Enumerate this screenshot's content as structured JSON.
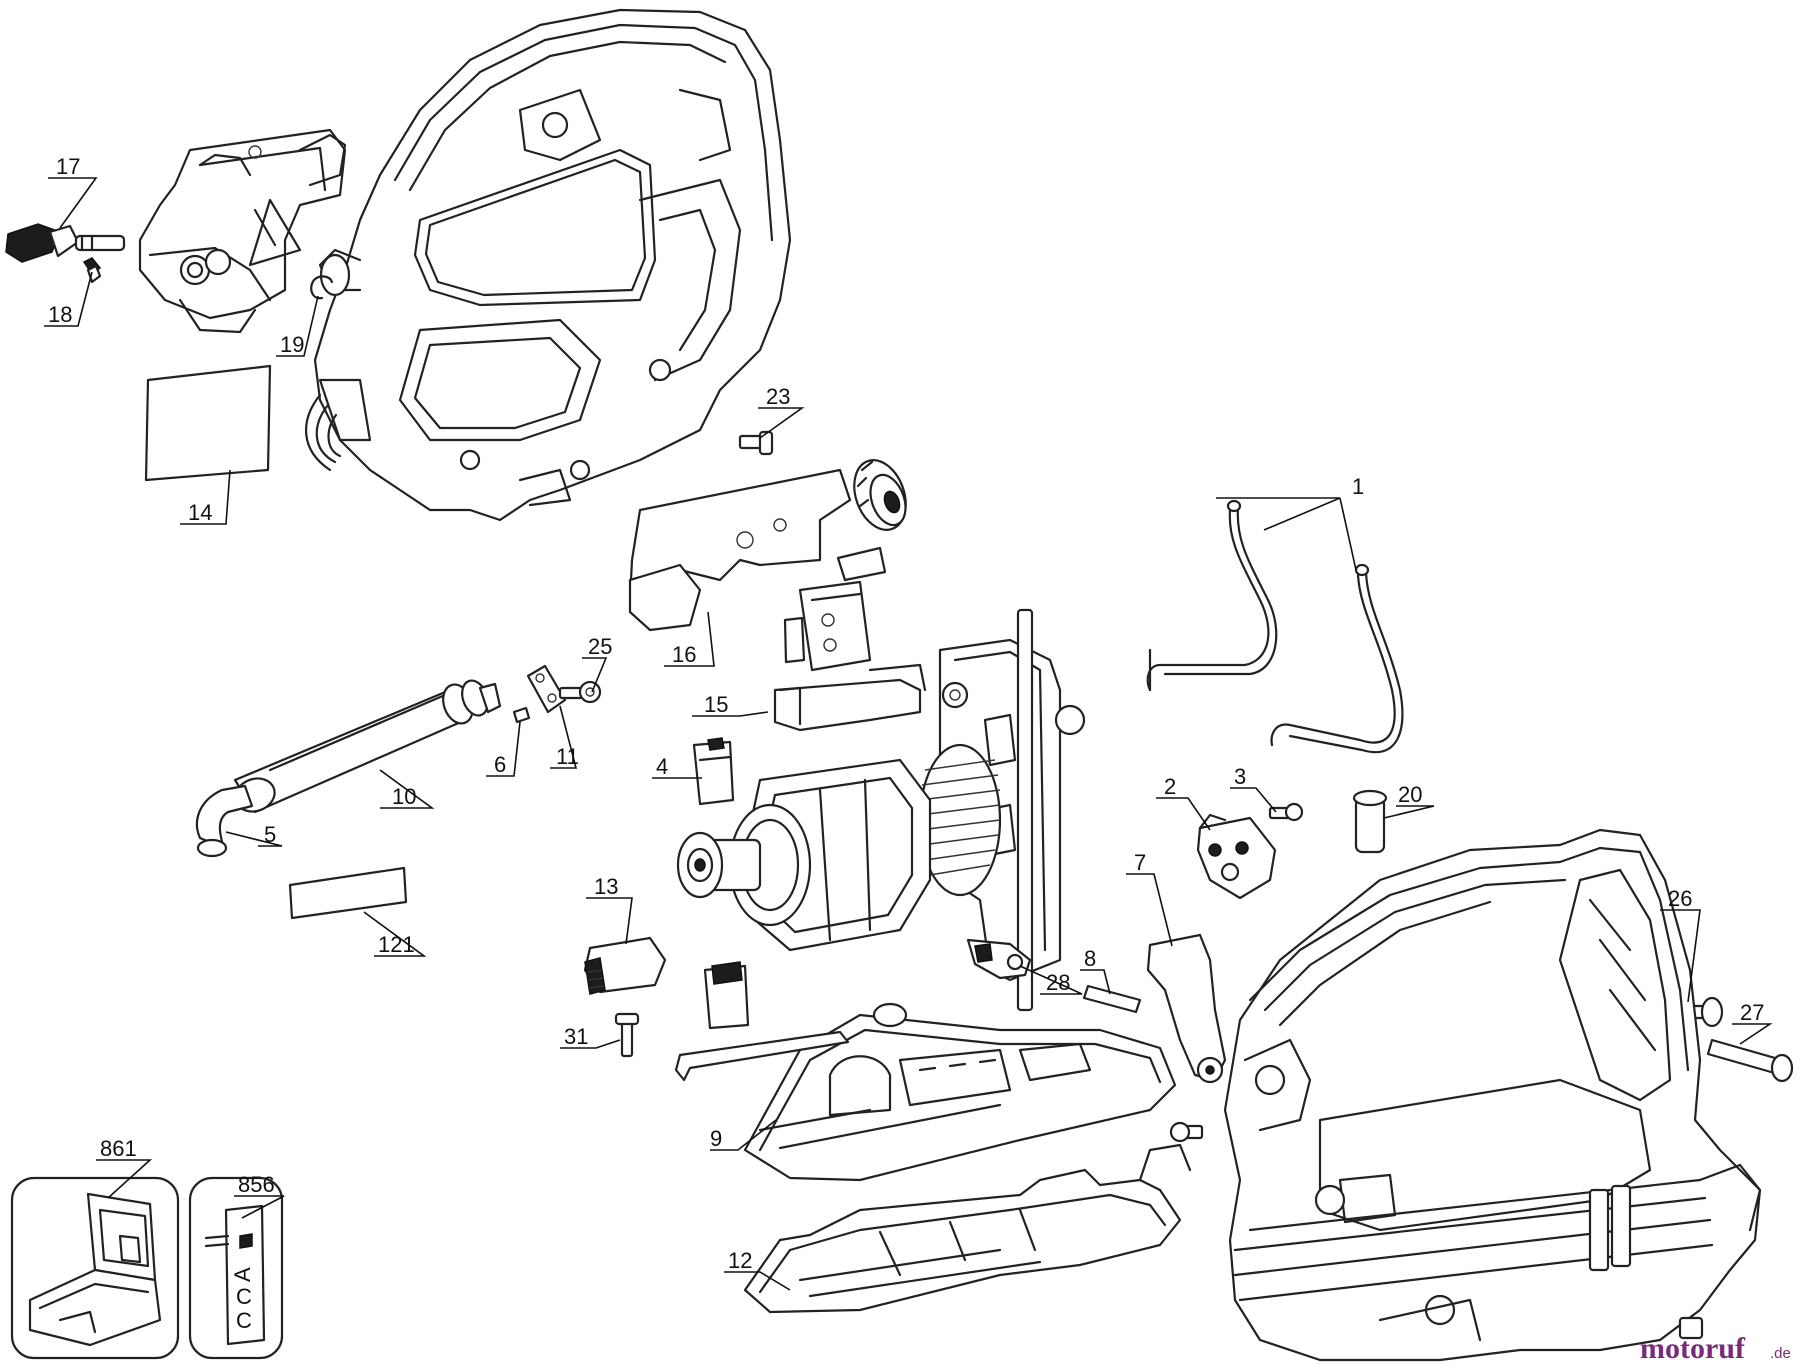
{
  "labels": {
    "p1": "1",
    "p2": "2",
    "p3": "3",
    "p4": "4",
    "p5": "5",
    "p6": "6",
    "p7": "7",
    "p8": "8",
    "p9": "9",
    "p10": "10",
    "p11": "11",
    "p12": "12",
    "p13": "13",
    "p14": "14",
    "p15": "15",
    "p16": "16",
    "p17": "17",
    "p18": "18",
    "p19": "19",
    "p20": "20",
    "p23": "23",
    "p25": "25",
    "p26": "26",
    "p27": "27",
    "p28": "28",
    "p31": "31",
    "p121": "121",
    "p856": "856",
    "p861": "861"
  },
  "card_text": [
    "A",
    "C",
    "C"
  ],
  "watermark": {
    "brand": "motoruf",
    "tld": ".de",
    "color_main": "#7a2a7a",
    "color_accent": "#f4a21c"
  }
}
